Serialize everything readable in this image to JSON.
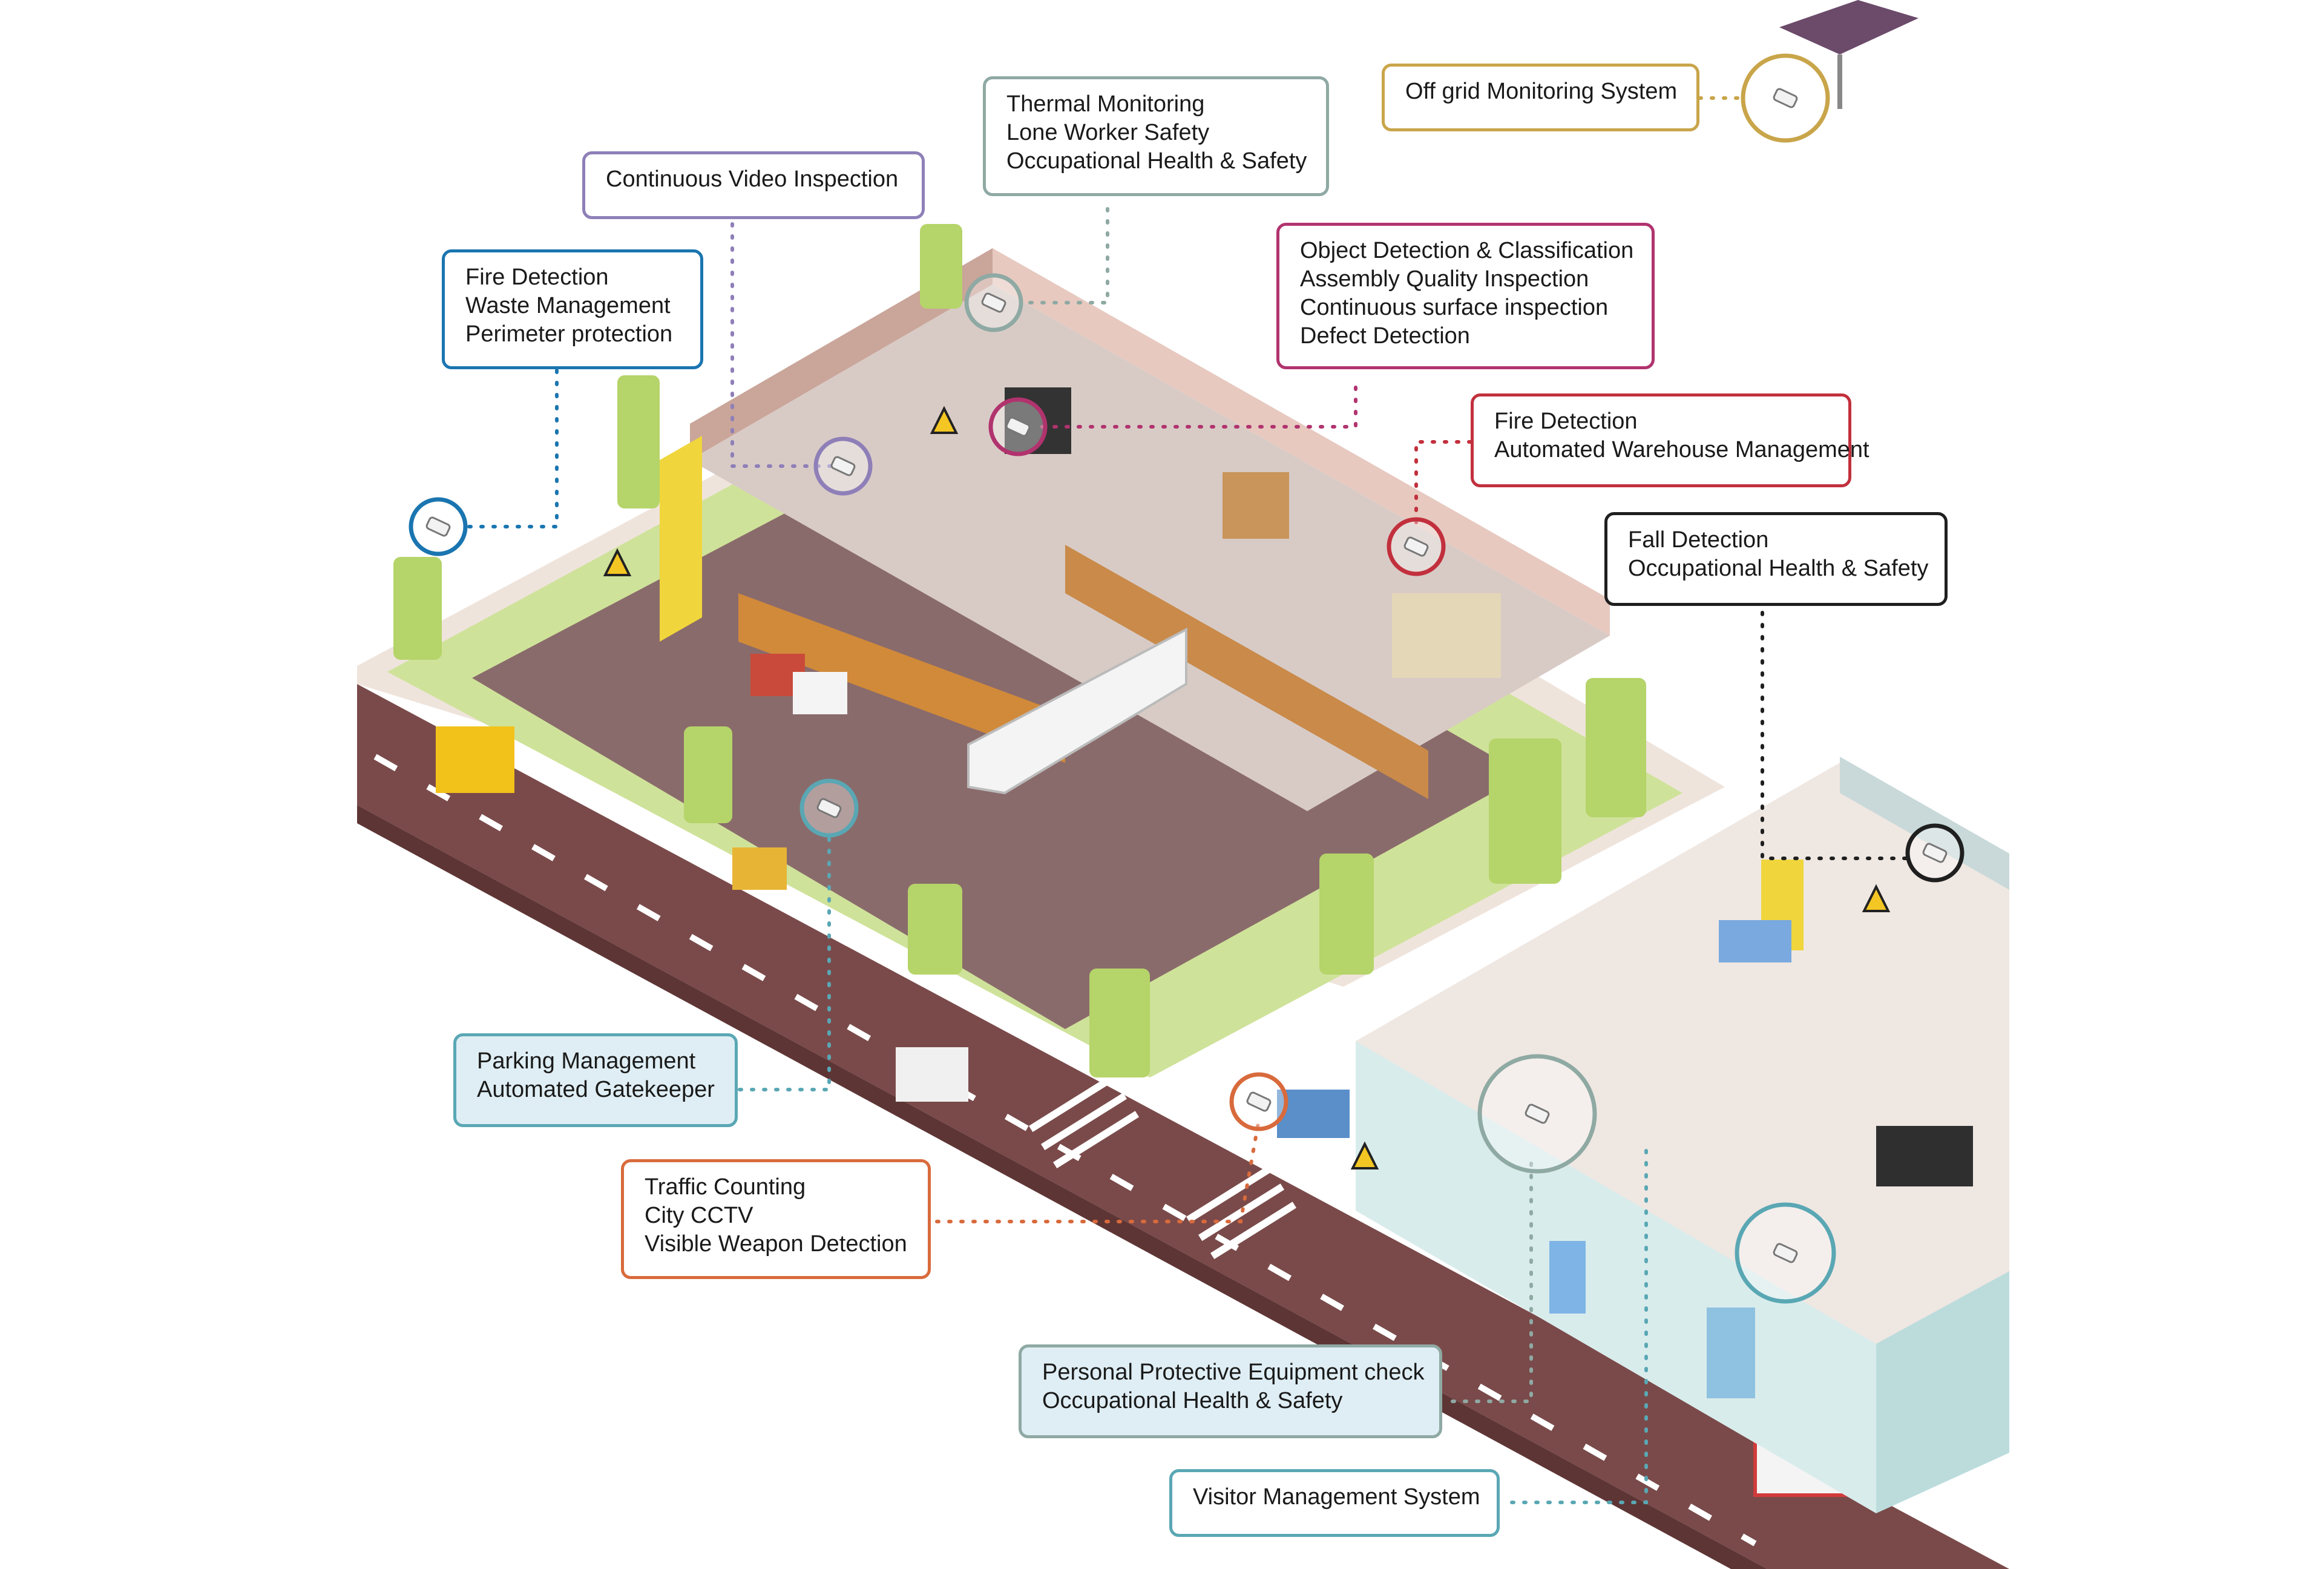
{
  "colors": {
    "teal": "#5aa7b4",
    "blue": "#1a75b0",
    "purple": "#8e7fb8",
    "grey_teal": "#8fa9a3",
    "magenta": "#b1336e",
    "crimson": "#c2303d",
    "gold": "#c9a54a",
    "black": "#1f1f1f",
    "orange": "#d86a3c",
    "grass": "#b7d76b",
    "road": "#7a4a4a",
    "floor": "#8a6b6b",
    "hospital": "#d9ecec"
  },
  "labels": [
    {
      "id": "off-grid",
      "color": "gold",
      "camera": "camera-icon",
      "lines": [
        "Off grid Monitoring System"
      ]
    },
    {
      "id": "thermal",
      "color": "grey_teal",
      "camera": "camera-icon",
      "lines": [
        "Thermal Monitoring",
        "Lone Worker Safety",
        "Occupational Health & Safety"
      ]
    },
    {
      "id": "video",
      "color": "purple",
      "camera": "camera-icon",
      "lines": [
        "Continuous Video Inspection"
      ]
    },
    {
      "id": "object",
      "color": "magenta",
      "camera": "camera-icon",
      "lines": [
        "Object Detection & Classification",
        "Assembly Quality Inspection",
        "Continuous surface inspection",
        "Defect Detection"
      ]
    },
    {
      "id": "fire-waste",
      "color": "blue",
      "camera": "camera-icon",
      "lines": [
        "Fire Detection",
        "Waste Management",
        "Perimeter protection"
      ]
    },
    {
      "id": "fire-warehouse",
      "color": "crimson",
      "camera": "camera-icon",
      "lines": [
        "Fire Detection",
        "Automated Warehouse Management"
      ]
    },
    {
      "id": "fall",
      "color": "black",
      "camera": "camera-icon",
      "lines": [
        "Fall Detection",
        "Occupational Health & Safety"
      ]
    },
    {
      "id": "parking",
      "color": "teal",
      "filled": true,
      "camera": "camera-icon",
      "lines": [
        "Parking Management",
        "Automated Gatekeeper"
      ]
    },
    {
      "id": "traffic",
      "color": "orange",
      "camera": "camera-icon",
      "lines": [
        "Traffic Counting",
        "City CCTV",
        "Visible Weapon Detection"
      ]
    },
    {
      "id": "ppe",
      "color": "grey_teal",
      "filled": true,
      "camera": "camera-icon",
      "lines": [
        "Personal Protective Equipment check",
        "Occupational Health & Safety"
      ]
    },
    {
      "id": "visitor",
      "color": "teal",
      "camera": "camera-icon",
      "lines": [
        "Visitor Management System"
      ]
    }
  ]
}
